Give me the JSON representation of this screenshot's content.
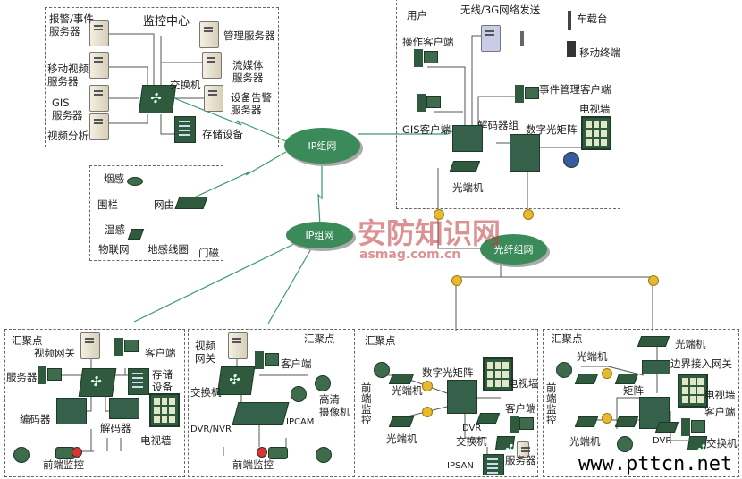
{
  "colors": {
    "device": "#2f5a3e",
    "cloud": "#3b8a5a",
    "link": "#3a9a6a",
    "node": "#e8b830",
    "watermark": "#c0393b"
  },
  "control_center": {
    "title": "监控中心",
    "alarm_server": "报警/事件\n服务器",
    "mobile_video_server": "移动视频\n服务器",
    "gis_server": "GIS\n服务器",
    "video_analysis": "视频分析",
    "mgmt_server": "管理服务器",
    "streaming_server": "流媒体\n服务器",
    "switch": "交换机",
    "device_alarm_server": "设备告警\n服务器",
    "storage": "存储设备"
  },
  "clouds": {
    "ip_network": "IP组网",
    "ip_network_2": "IP组网",
    "fiber_network": "光纤组网"
  },
  "iot": {
    "smoke": "烟感",
    "fence": "围栏",
    "temp": "温感",
    "iot": "物联网",
    "router": "网由",
    "loop": "地感线圈",
    "door": "门磁"
  },
  "user": {
    "title": "用户",
    "wireless": "无线/3G网络发送",
    "vehicle": "车载台",
    "mobile": "移动终端",
    "op_client": "操作客户端",
    "gis_client": "GIS客户端",
    "event_client": "事件管理客户端",
    "tv_wall": "电视墙",
    "decoder_group": "解码器组",
    "matrix": "数字光矩阵",
    "optical": "光端机"
  },
  "watermark": {
    "cn": "安防知识网",
    "en": "asmag.com.cn",
    "site": "www.pttcn.net"
  },
  "agg1": {
    "title": "汇聚点",
    "gateway": "视频网关",
    "client": "客户端",
    "server": "服务器",
    "storage": "存储\n设备",
    "encoder": "编码器",
    "decoder": "解码器",
    "tv_wall": "电视墙",
    "front": "前端监控"
  },
  "agg2": {
    "title": "汇聚点",
    "gateway": "视频\n网关",
    "client": "客户端",
    "switch": "交换机",
    "hd_cam": "高清\n摄像机",
    "ipcam": "IPCAM",
    "dvr": "DVR/NVR",
    "front": "前端监控"
  },
  "agg3": {
    "title": "汇聚点",
    "matrix": "数字光矩阵",
    "optical_1": "光端机",
    "optical_2": "光端机",
    "tv_wall": "电视墙",
    "front": "前\n端\n监\n控",
    "client": "客户端",
    "dvr": "DVR",
    "switch": "交换机",
    "ipsan": "IPSAN",
    "server": "服务器"
  },
  "agg4": {
    "title": "汇聚点",
    "optical_top": "光端机",
    "optical_1": "光端机",
    "optical_2": "光端机",
    "gateway": "边界接入网关",
    "matrix": "矩阵",
    "tv_wall": "电视墙",
    "client": "客户端",
    "front": "前\n端\n监\n控",
    "dvr": "DVR",
    "switch": "交换机"
  }
}
